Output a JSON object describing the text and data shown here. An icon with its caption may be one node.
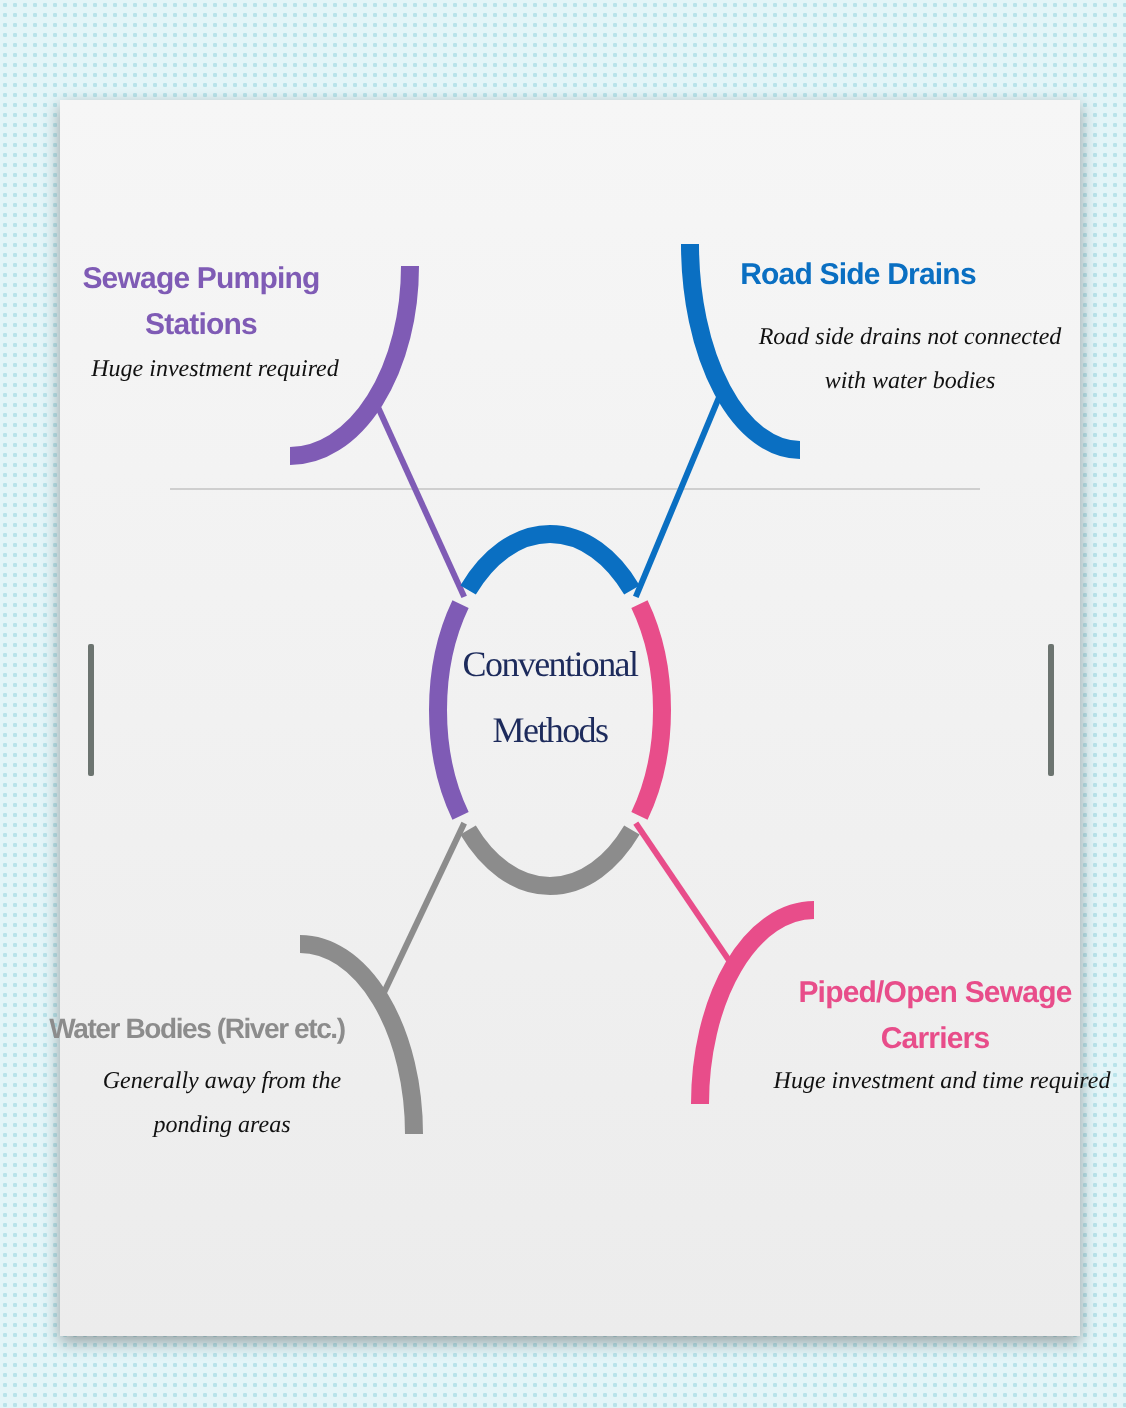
{
  "diagram": {
    "nodes": [
      {
        "text": [
          "Conventional Methods"
        ]
      },
      {
        "text": [
          "Sewage Pumping Stations",
          "Huge investment required"
        ]
      },
      {
        "text": [
          "Road Side Drains",
          "Road side drains not connected with water bodies"
        ]
      },
      {
        "text": [
          "Water Bodies (River etc.)",
          "Generally away from the ponding areas"
        ]
      },
      {
        "text": [
          "Piped/Open Sewage Carriers",
          "Huge investment and time required"
        ]
      }
    ],
    "edges": [
      {
        "from": 0,
        "to": 1,
        "arrow": "none",
        "color": "#7f5bb5"
      },
      {
        "from": 0,
        "to": 2,
        "arrow": "none",
        "color": "#0a6fc2"
      },
      {
        "from": 0,
        "to": 3,
        "arrow": "none",
        "color": "#8c8c8c"
      },
      {
        "from": 0,
        "to": 4,
        "arrow": "none",
        "color": "#e84d8a"
      }
    ]
  }
}
